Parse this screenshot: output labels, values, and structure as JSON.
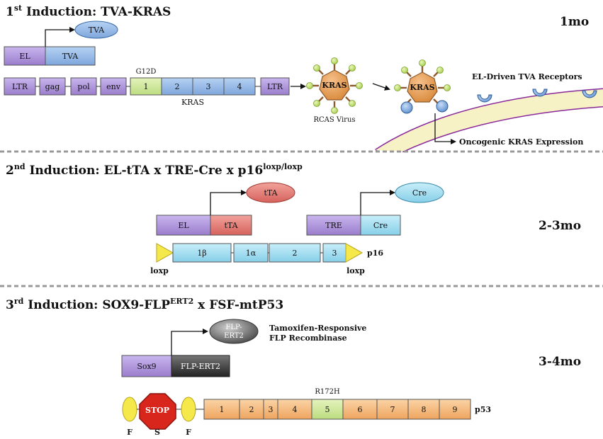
{
  "sections": {
    "s1": {
      "title_main": "1",
      "title_sup": "st",
      "title_rest": " Induction: TVA-KRAS",
      "timepoint": "1mo",
      "promoter": "EL",
      "gene": "TVA",
      "product": "TVA",
      "construct": [
        "LTR",
        "gag",
        "pol",
        "env",
        "1",
        "2",
        "3",
        "4",
        "LTR"
      ],
      "mutation": "G12D",
      "gene_label": "KRAS",
      "virus_core": "KRAS",
      "virus_label": "RCAS Virus",
      "virus_core2": "KRAS",
      "receptors_label": "EL-Driven TVA Receptors",
      "expression_label": "Oncogenic KRAS Expression"
    },
    "s2": {
      "title_main": "2",
      "title_sup": "nd",
      "title_rest": " Induction: EL-tTA x TRE-Cre x p16",
      "title_sup2": "loxp/loxp",
      "timepoint": "2-3mo",
      "promoter1": "EL",
      "gene1": "tTA",
      "product1": "tTA",
      "promoter2": "TRE",
      "gene2": "Cre",
      "product2": "Cre",
      "exons": [
        "1β",
        "1α",
        "2",
        "3"
      ],
      "loxp_left": "loxp",
      "loxp_right": "loxp",
      "gene_label": "p16"
    },
    "s3": {
      "title_main": "3",
      "title_sup": "rd",
      "title_rest": " Induction: SOX9-FLP",
      "title_sup2": "ERT2",
      "title_rest2": " x FSF-mtP53",
      "timepoint": "3-4mo",
      "promoter": "Sox9",
      "gene": "FLP-ERT2",
      "product_line1": "FLP-",
      "product_line2": "ERT2",
      "product_desc_line1": "Tamoxifen-Responsive",
      "product_desc_line2": "FLP Recombinase",
      "stop": "STOP",
      "frt_left": "F",
      "stop_label": "S",
      "frt_right": "F",
      "exons": [
        "1",
        "2",
        "3",
        "4",
        "5",
        "6",
        "7",
        "8",
        "9"
      ],
      "mutation": "R172H",
      "gene_label": "p53"
    }
  },
  "colors": {
    "purple": "#a98fd6",
    "blue": "#8fb6e8",
    "green": "#cfe89a",
    "red_box": "#e27a74",
    "cyan": "#9fdcef",
    "orange": "#f5b97a",
    "yellow": "#f5e84a",
    "stop_red": "#d8261c",
    "membrane": "#8a2a9a"
  }
}
